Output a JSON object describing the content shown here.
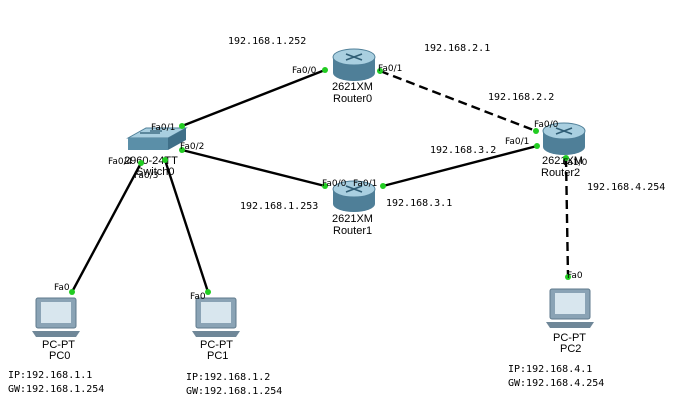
{
  "devices": {
    "router0": {
      "model": "2621XM",
      "name": "Router0"
    },
    "router1": {
      "model": "2621XM",
      "name": "Router1"
    },
    "router2": {
      "model": "2621XM",
      "name": "Router2"
    },
    "switch0": {
      "model": "2960-24TT",
      "name": "Switch0"
    },
    "pc0": {
      "model": "PC-PT",
      "name": "PC0",
      "ip": "IP:192.168.1.1",
      "gw": "GW:192.168.1.254"
    },
    "pc1": {
      "model": "PC-PT",
      "name": "PC1",
      "ip": "IP:192.168.1.2",
      "gw": "GW:192.168.1.254"
    },
    "pc2": {
      "model": "PC-PT",
      "name": "PC2",
      "ip": "IP:192.168.4.1",
      "gw": "GW:192.168.4.254"
    }
  },
  "ports": {
    "r0_fa00": "Fa0/0",
    "r0_fa01": "Fa0/1",
    "sw_fa01": "Fa0/1",
    "sw_fa02": "Fa0/2",
    "sw_fa04": "Fa0/4",
    "sw_fa03": "Fa0/3",
    "r1_fa00": "Fa0/0",
    "r1_fa01": "Fa0/1",
    "r2_fa00": "Fa0/0",
    "r2_fa01": "Fa0/1",
    "r2_fa10": "Fa1/0",
    "pc0_fa0": "Fa0",
    "pc1_fa0": "Fa0",
    "pc2_fa0": "Fa0"
  },
  "addresses": {
    "r0_lan": "192.168.1.252",
    "r0_r2_a": "192.168.2.1",
    "r0_r2_b": "192.168.2.2",
    "r1_lan": "192.168.1.253",
    "r1_r2_a": "192.168.3.1",
    "r1_r2_b": "192.168.3.2",
    "r2_lan": "192.168.4.254"
  },
  "colors": {
    "link": "#000000",
    "port_dot": "#22cc22",
    "router_body": "#5b8fa8",
    "router_top": "#a9cfe0",
    "switch_body": "#6d9fb8",
    "pc_monitor": "#8aa3b5",
    "pc_screen": "#d8e6ee"
  }
}
